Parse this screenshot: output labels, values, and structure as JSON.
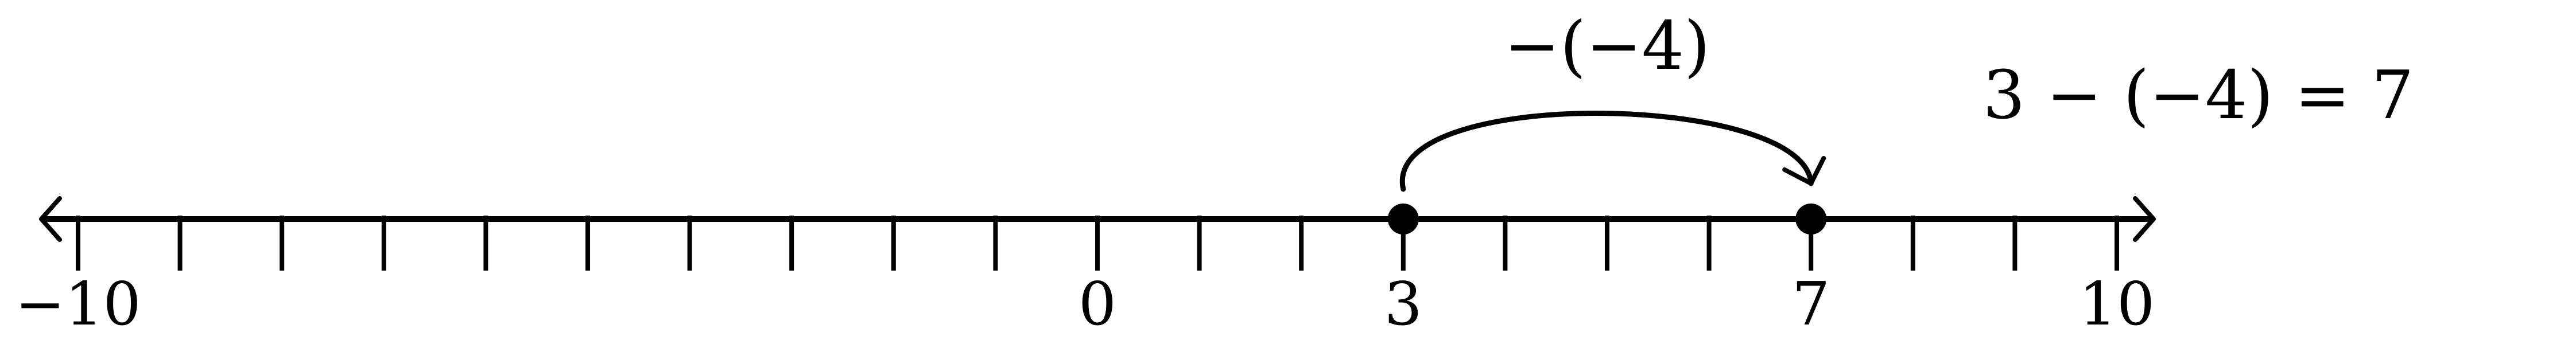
{
  "number_line": {
    "min": -10,
    "max": 10,
    "ticks": [
      -10,
      -9,
      -8,
      -7,
      -6,
      -5,
      -4,
      -3,
      -2,
      -1,
      0,
      1,
      2,
      3,
      4,
      5,
      6,
      7,
      8,
      9,
      10
    ],
    "labeled_ticks": [
      {
        "value": -10,
        "text": "−10"
      },
      {
        "value": 0,
        "text": "0"
      },
      {
        "value": 3,
        "text": "3"
      },
      {
        "value": 7,
        "text": "7"
      },
      {
        "value": 10,
        "text": "10"
      }
    ],
    "points": [
      3,
      7
    ]
  },
  "jump": {
    "from": 3,
    "to": 7,
    "label": "−(−4)"
  },
  "equation": "3 − (−4) = 7"
}
